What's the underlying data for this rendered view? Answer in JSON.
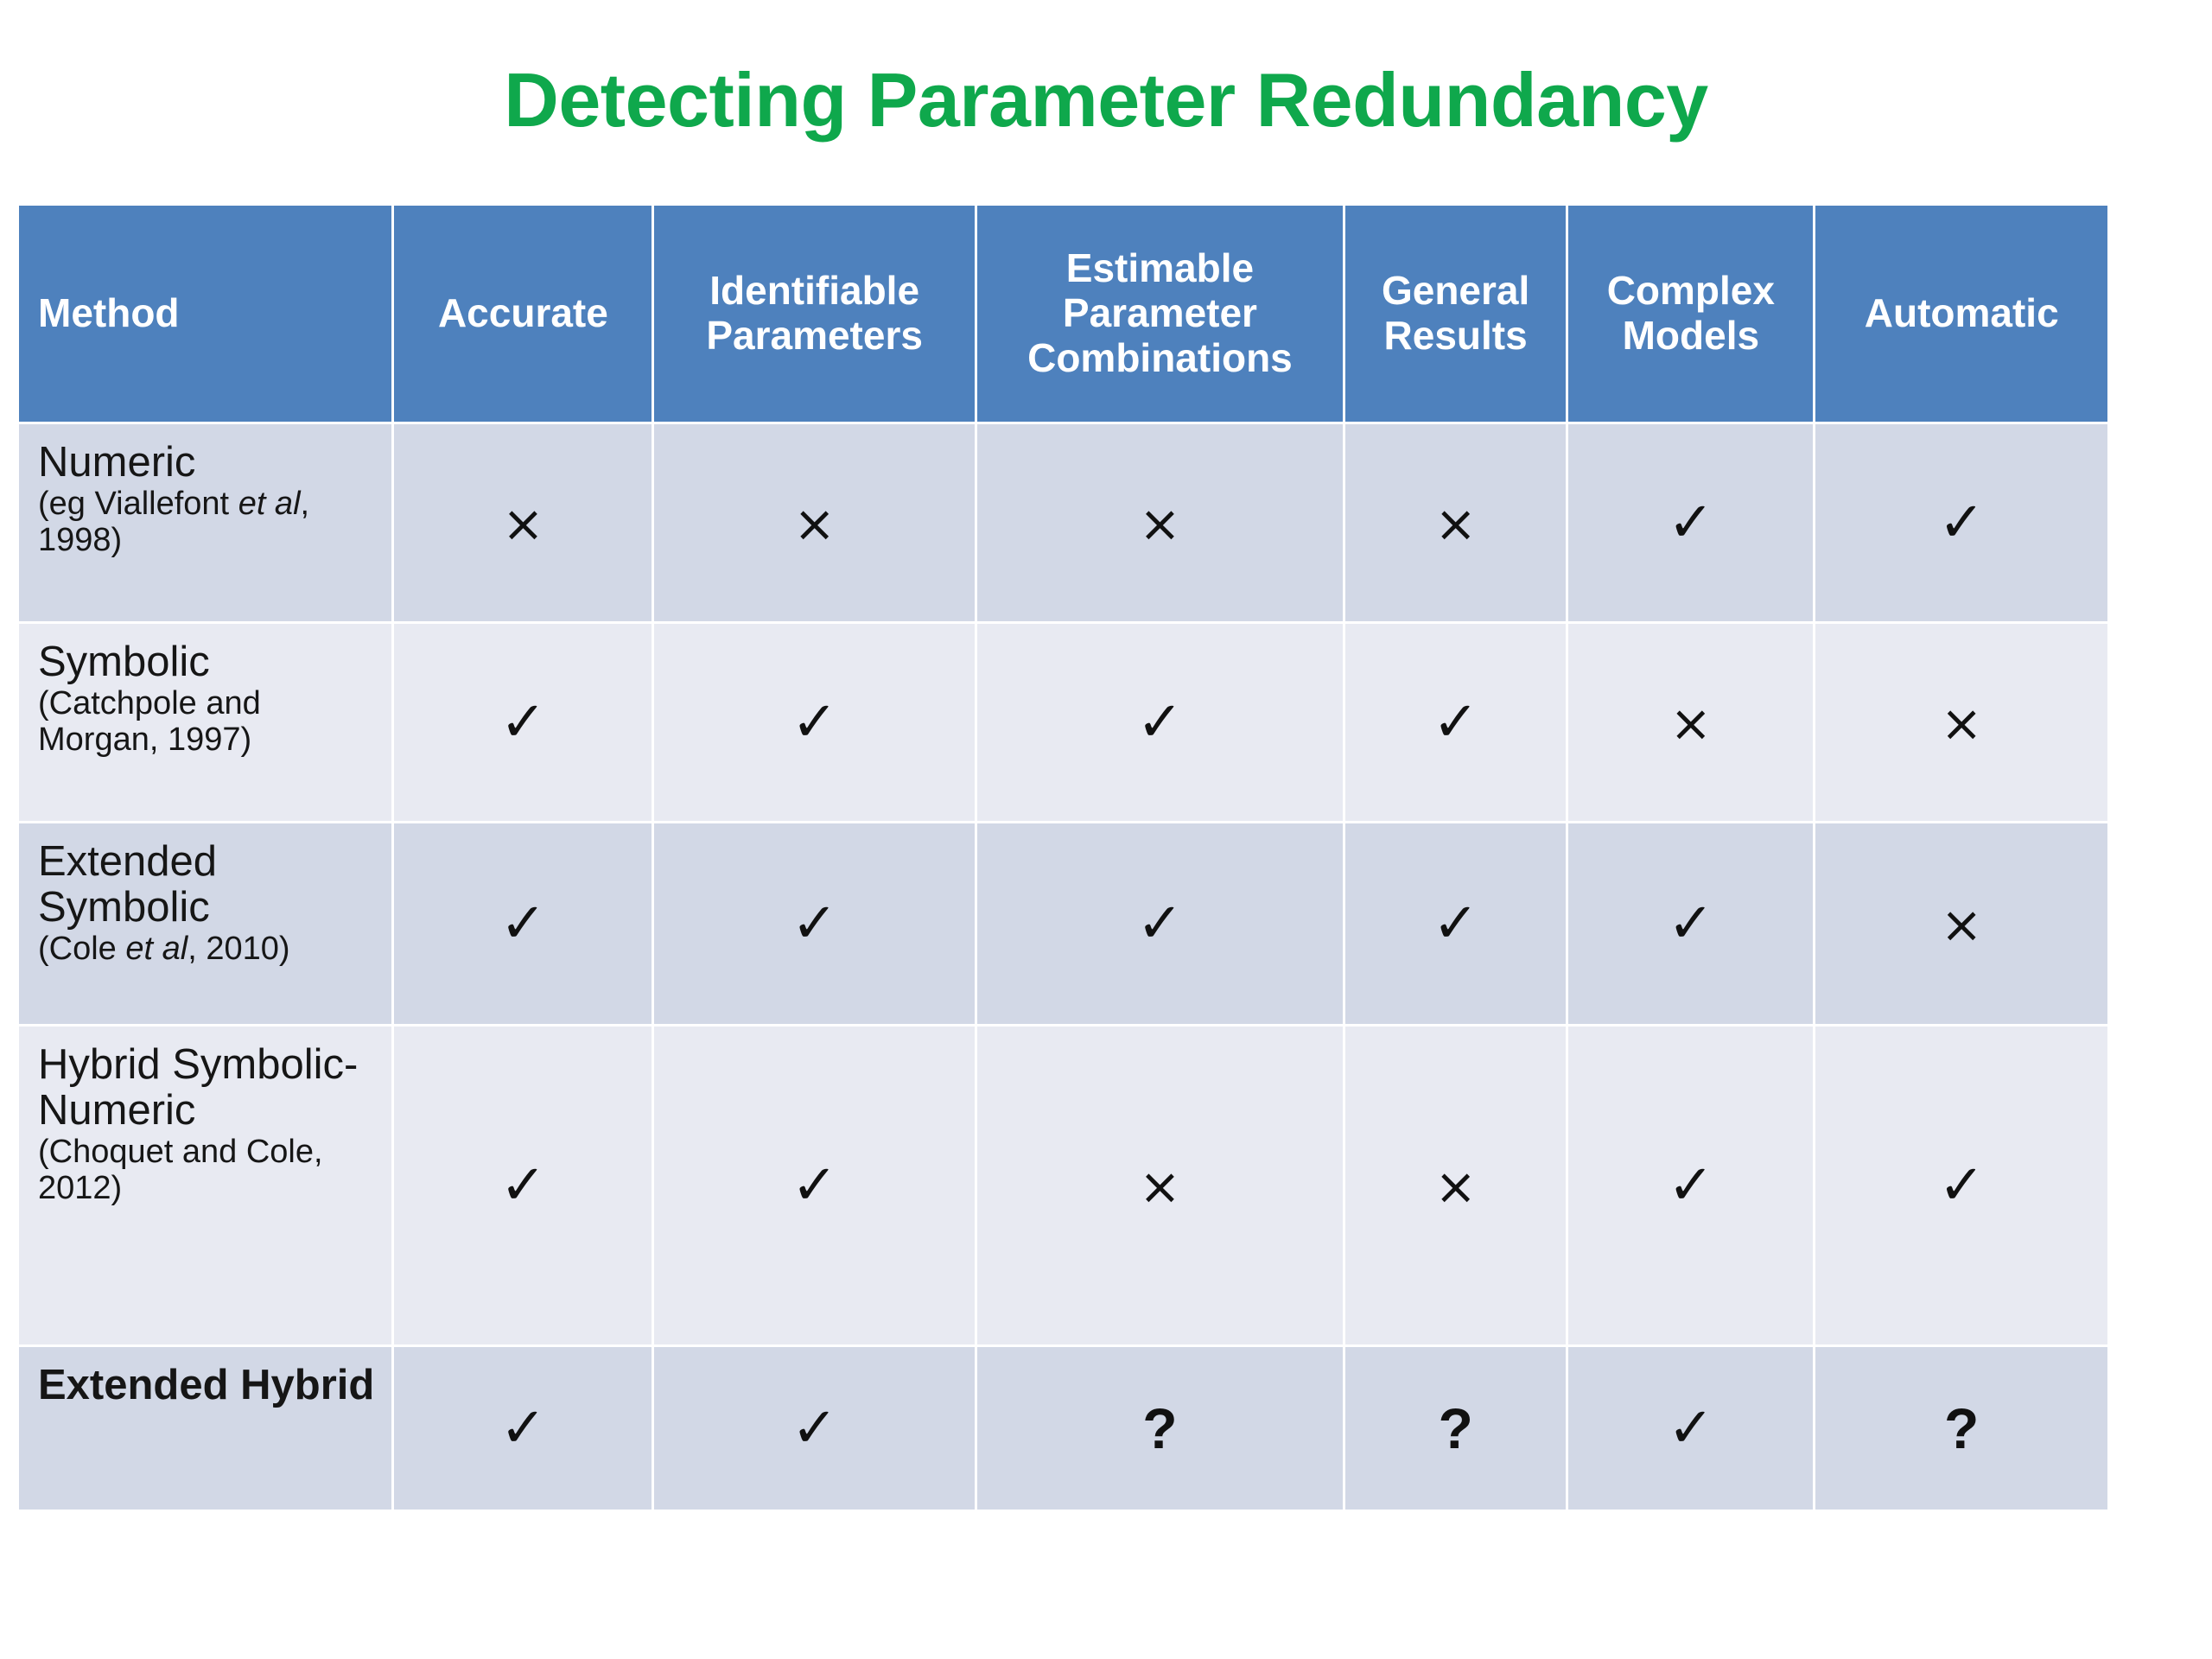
{
  "slide": {
    "title": "Detecting Parameter Redundancy",
    "title_color": "#0FA84C",
    "header_color": "#4E81BD",
    "row_dark_color": "#D2D8E6",
    "row_light_color": "#E8EAF2"
  },
  "table": {
    "headers": [
      "Method",
      "Accurate",
      "Identifiable Parameters",
      "Estimable Parameter Combinations",
      "General Results",
      "Complex Models",
      "Automatic"
    ],
    "marks": {
      "check": "✓",
      "cross": "×",
      "question": "?"
    },
    "rows": [
      {
        "name": "Numeric",
        "name_bold": false,
        "ref_pre": "(eg Viallefont ",
        "ref_em": "et al",
        "ref_post": ", 1998)",
        "cells": [
          "cross",
          "cross",
          "cross",
          "cross",
          "check",
          "check"
        ]
      },
      {
        "name": "Symbolic",
        "name_bold": false,
        "ref_pre": "(Catchpole and Morgan, 1997)",
        "ref_em": "",
        "ref_post": "",
        "cells": [
          "check",
          "check",
          "check",
          "check",
          "cross",
          "cross"
        ]
      },
      {
        "name": "Extended Symbolic",
        "name_bold": false,
        "ref_pre": "(Cole ",
        "ref_em": "et al",
        "ref_post": ", 2010)",
        "cells": [
          "check",
          "check",
          "check",
          "check",
          "check",
          "cross"
        ]
      },
      {
        "name": "Hybrid Symbolic-Numeric",
        "name_bold": false,
        "ref_pre": "(Choquet and Cole, 2012)",
        "ref_em": "",
        "ref_post": "",
        "cells": [
          "check",
          "check",
          "cross",
          "cross",
          "check",
          "check"
        ]
      },
      {
        "name": "Extended Hybrid",
        "name_bold": true,
        "ref_pre": "",
        "ref_em": "",
        "ref_post": "",
        "cells": [
          "check",
          "check",
          "question",
          "question",
          "check",
          "question"
        ]
      }
    ]
  }
}
